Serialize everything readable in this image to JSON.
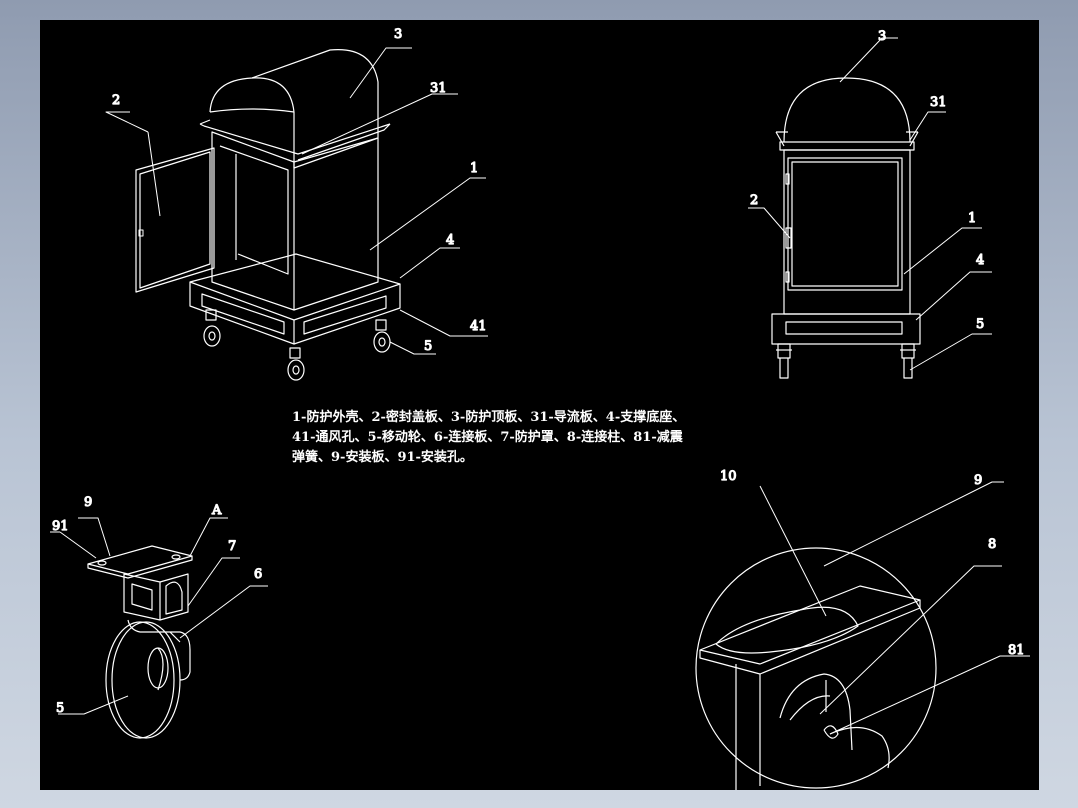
{
  "labels": {
    "iso_3": "3",
    "iso_31": "31",
    "iso_2": "2",
    "iso_1": "1",
    "iso_4": "4",
    "iso_41": "41",
    "iso_5": "5",
    "front_3": "3",
    "front_31": "31",
    "front_2": "2",
    "front_1": "1",
    "front_4": "4",
    "front_5": "5",
    "wheel_9": "9",
    "wheel_A": "A",
    "wheel_91": "91",
    "wheel_7": "7",
    "wheel_6": "6",
    "wheel_5": "5",
    "detail_10": "10",
    "detail_9": "9",
    "detail_8": "8",
    "detail_81": "81"
  },
  "legend": {
    "line1": "1-防护外壳、2-密封盖板、3-防护顶板、31-导流板、4-支撑底座、",
    "line2": "41-通风孔、5-移动轮、6-连接板、7-防护罩、8-连接柱、81-减震",
    "line3": "弹簧、9-安装板、91-安装孔。"
  },
  "colors": {
    "background": "#000000",
    "lines": "#ffffff",
    "frame": "#9aa6b8"
  }
}
